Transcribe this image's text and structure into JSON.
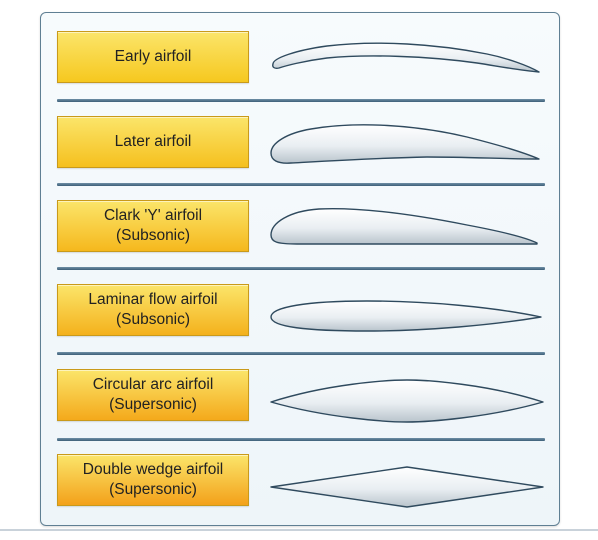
{
  "airfoils": [
    {
      "id": "early",
      "lines": [
        "Early airfoil"
      ],
      "shape": "early"
    },
    {
      "id": "later",
      "lines": [
        "Later airfoil"
      ],
      "shape": "later"
    },
    {
      "id": "clark-y",
      "lines": [
        "Clark 'Y' airfoil",
        "(Subsonic)"
      ],
      "shape": "clarky"
    },
    {
      "id": "laminar",
      "lines": [
        "Laminar flow airfoil",
        "(Subsonic)"
      ],
      "shape": "laminar"
    },
    {
      "id": "circular-arc",
      "lines": [
        "Circular arc airfoil",
        "(Supersonic)"
      ],
      "shape": "circular"
    },
    {
      "id": "double-wedge",
      "lines": [
        "Double wedge airfoil",
        "(Supersonic)"
      ],
      "shape": "wedge"
    }
  ],
  "colors": {
    "label_top": "#fbe56a",
    "label_bottom_first": "#f6c81f",
    "label_bottom_last": "#f3a11a",
    "airfoil_outline": "#2f4a5e",
    "divider": "#3d5f78"
  }
}
